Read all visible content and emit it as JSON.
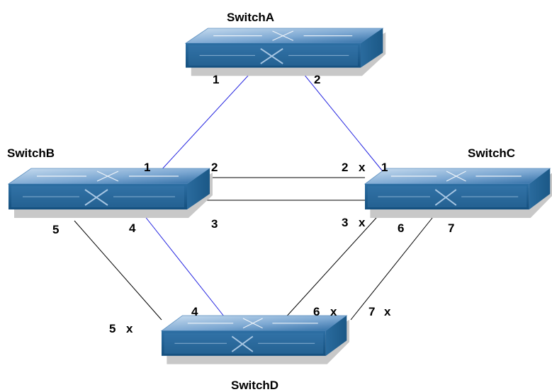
{
  "colors": {
    "blue_link": "#2323e0",
    "black_link": "#000000",
    "switch_top_light": "#b9d3ec",
    "switch_top_dark": "#3a76ad",
    "switch_front": "#1f5f93",
    "switch_side": "#2b6d9e",
    "shadow": "#c4c4c4"
  },
  "switches": {
    "a": {
      "name": "SwitchA"
    },
    "b": {
      "name": "SwitchB"
    },
    "c": {
      "name": "SwitchC"
    },
    "d": {
      "name": "SwitchD"
    }
  },
  "ports": {
    "a_p1": "1",
    "a_p2": "2",
    "b_p1": "1",
    "b_p2": "2",
    "b_p3": "3",
    "b_p4": "4",
    "b_p5": "5",
    "c_p1": "1",
    "c_p2": "2",
    "c_p3": "3",
    "c_p6": "6",
    "c_p7": "7",
    "d_p4": "4",
    "d_p5": "5",
    "d_p6": "6",
    "d_p7": "7"
  },
  "blocked_marker": "x"
}
